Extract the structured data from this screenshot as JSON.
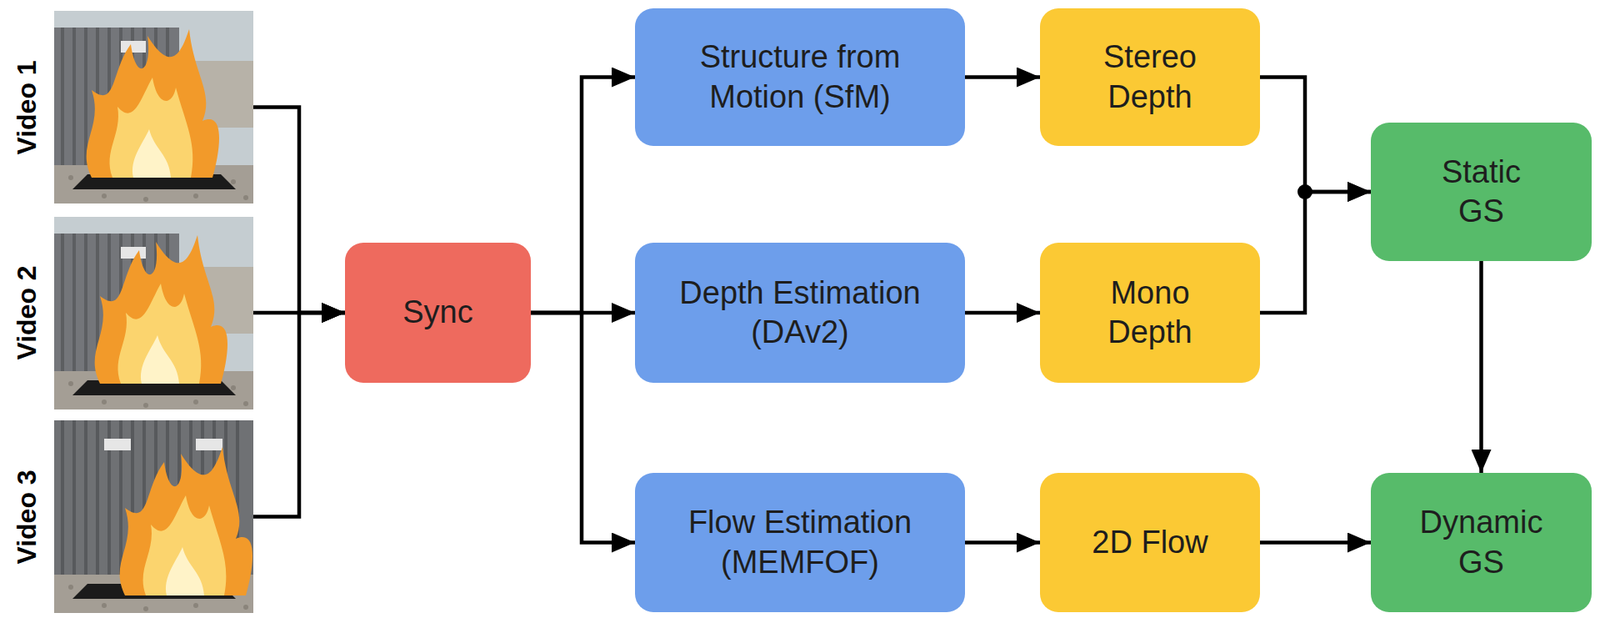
{
  "diagram": {
    "nodes": [
      {
        "text": [
          "Video 1"
        ]
      },
      {
        "text": [
          "Video 2"
        ]
      },
      {
        "text": [
          "Video 3"
        ]
      },
      {
        "text": [
          "Sync"
        ]
      },
      {
        "text": [
          "Structure from Motion (SfM)"
        ]
      },
      {
        "text": [
          "Depth Estimation (DAv2)"
        ]
      },
      {
        "text": [
          "Flow Estimation (MEMFOF)"
        ]
      },
      {
        "text": [
          "Stereo Depth"
        ]
      },
      {
        "text": [
          "Mono Depth"
        ]
      },
      {
        "text": [
          "2D Flow"
        ]
      },
      {
        "text": [
          "Static GS"
        ]
      },
      {
        "text": [
          "Dynamic GS"
        ]
      }
    ],
    "edges": [
      {
        "from": 0,
        "to": 3,
        "arrow": "to"
      },
      {
        "from": 1,
        "to": 3,
        "arrow": "to"
      },
      {
        "from": 2,
        "to": 3,
        "arrow": "to"
      },
      {
        "from": 3,
        "to": 4,
        "arrow": "to"
      },
      {
        "from": 3,
        "to": 5,
        "arrow": "to"
      },
      {
        "from": 3,
        "to": 6,
        "arrow": "to"
      },
      {
        "from": 4,
        "to": 7,
        "arrow": "to"
      },
      {
        "from": 5,
        "to": 8,
        "arrow": "to"
      },
      {
        "from": 6,
        "to": 9,
        "arrow": "to"
      },
      {
        "from": 7,
        "to": 10,
        "arrow": "to"
      },
      {
        "from": 8,
        "to": 10,
        "arrow": "to"
      },
      {
        "from": 10,
        "to": 11,
        "arrow": "to"
      },
      {
        "from": 9,
        "to": 11,
        "arrow": "to"
      }
    ]
  }
}
